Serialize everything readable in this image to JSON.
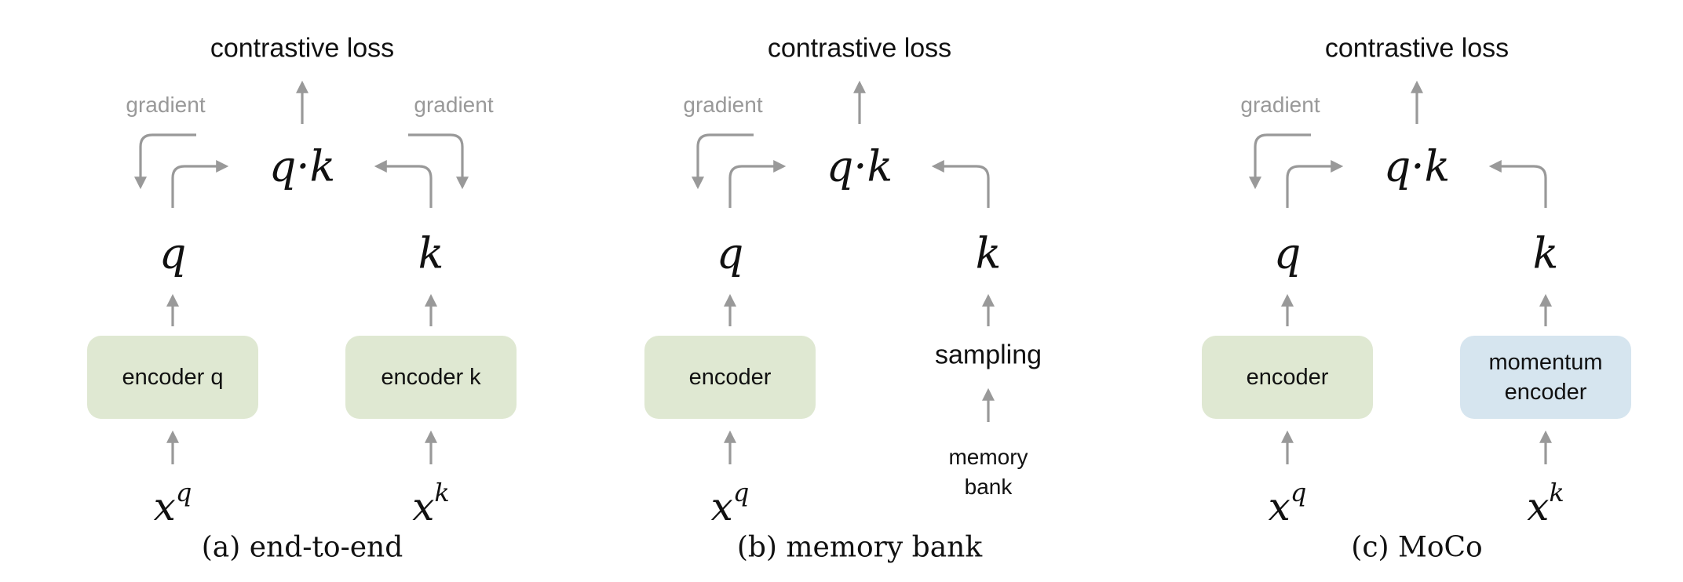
{
  "colors": {
    "green_box": "#dfe8d2",
    "blue_box": "#d6e5ef",
    "arrow": "#999999",
    "gradient_text": "#999999"
  },
  "panels": [
    {
      "id": "end-to-end",
      "title": "contrastive loss",
      "product": "q·k",
      "gradient_labels": [
        "gradient",
        "gradient"
      ],
      "left": {
        "var": "q",
        "box": "encoder q",
        "box_color": "green",
        "input_base": "x",
        "input_sup": "q"
      },
      "right": {
        "var": "k",
        "kind": "box",
        "box": "encoder k",
        "box_color": "green",
        "input_base": "x",
        "input_sup": "k",
        "gradient": true
      },
      "caption": "(a) end-to-end"
    },
    {
      "id": "memory-bank",
      "title": "contrastive loss",
      "product": "q·k",
      "gradient_labels": [
        "gradient"
      ],
      "left": {
        "var": "q",
        "box": "encoder",
        "box_color": "green",
        "input_base": "x",
        "input_sup": "q"
      },
      "right": {
        "var": "k",
        "kind": "sampling",
        "sampling": "sampling",
        "source": "memory\nbank",
        "gradient": false
      },
      "caption": "(b) memory bank"
    },
    {
      "id": "moco",
      "title": "contrastive loss",
      "product": "q·k",
      "gradient_labels": [
        "gradient"
      ],
      "left": {
        "var": "q",
        "box": "encoder",
        "box_color": "green",
        "input_base": "x",
        "input_sup": "q"
      },
      "right": {
        "var": "k",
        "kind": "box",
        "box": "momentum\nencoder",
        "box_color": "blue",
        "input_base": "x",
        "input_sup": "k",
        "gradient": false
      },
      "caption": "(c) MoCo"
    }
  ]
}
